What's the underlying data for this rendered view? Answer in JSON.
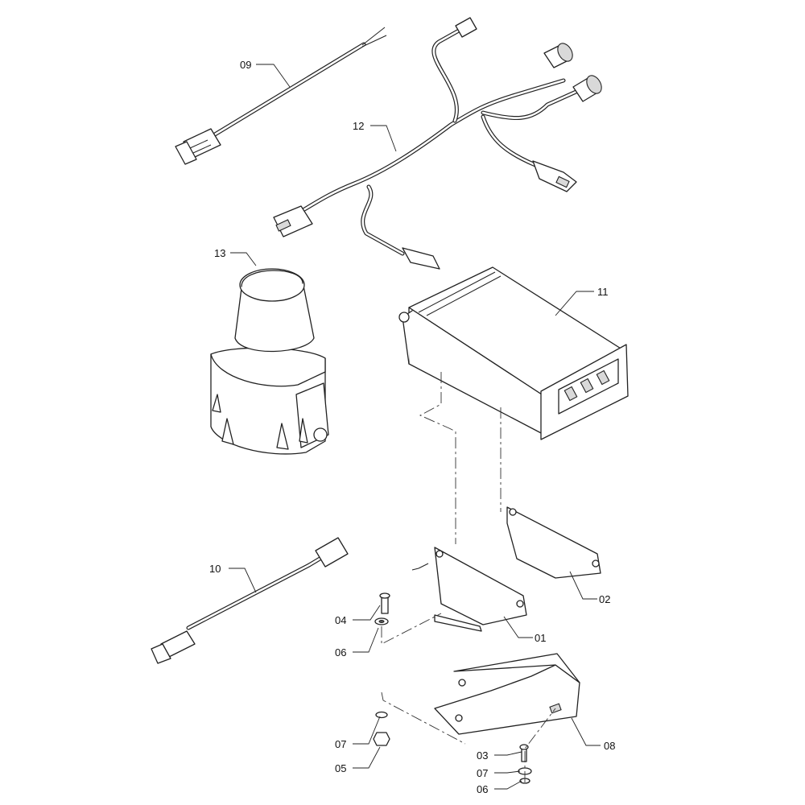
{
  "callouts": {
    "c01": "01",
    "c02": "02",
    "c03": "03",
    "c04": "04",
    "c05": "05",
    "c06a": "06",
    "c06b": "06",
    "c07a": "07",
    "c07b": "07",
    "c08": "08",
    "c09": "09",
    "c10": "10",
    "c11": "11",
    "c12": "12",
    "c13": "13"
  }
}
